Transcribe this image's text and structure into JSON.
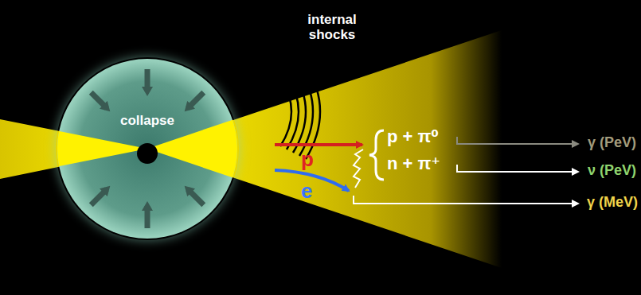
{
  "diagram": {
    "nodes": [
      {
        "text": [
          "collapse"
        ]
      }
    ],
    "labels": [
      "internal shocks",
      "p",
      "e",
      "p + π⁰",
      "n + π⁺",
      "γ (PeV)",
      "ν (PeV)",
      "γ (MeV)"
    ]
  }
}
